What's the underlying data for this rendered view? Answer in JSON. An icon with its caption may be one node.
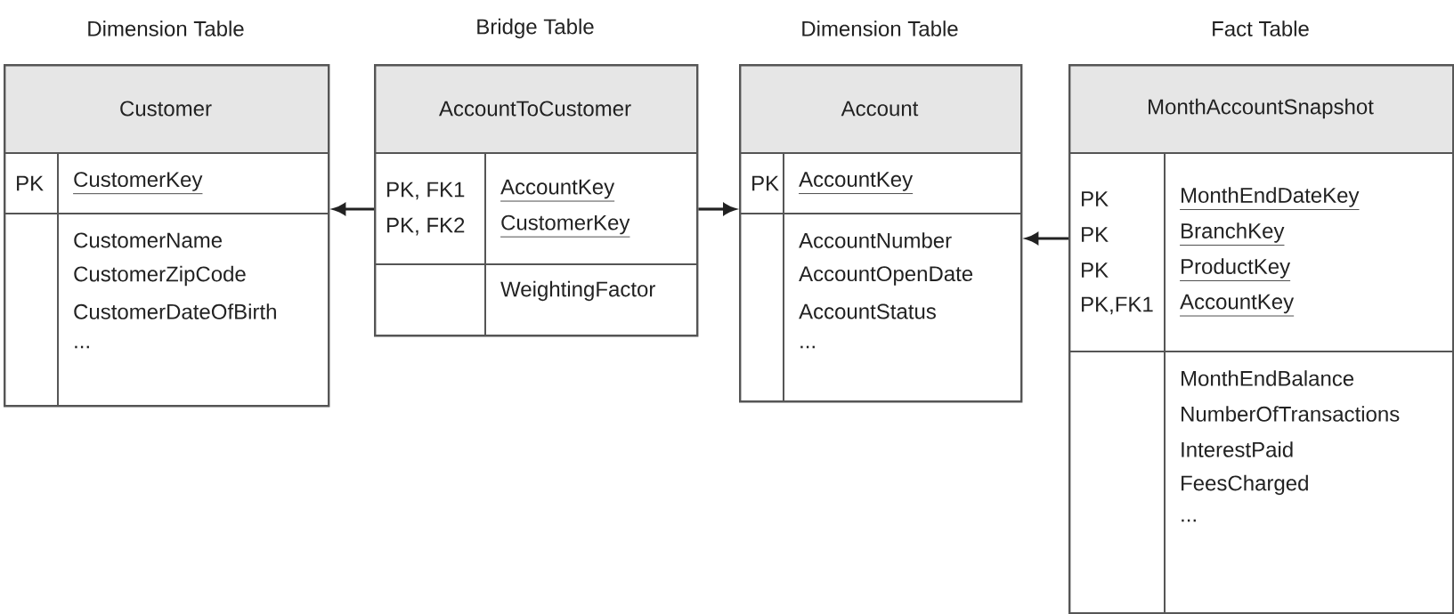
{
  "diagram": {
    "nodes": [
      {
        "text": [
          "Dimension Table",
          "Customer",
          "PK",
          "CustomerKey",
          "CustomerName",
          "CustomerZipCode",
          "CustomerDateOfBirth",
          "..."
        ]
      },
      {
        "text": [
          "Bridge Table",
          "AccountToCustomer",
          "PK, FK1",
          "AccountKey",
          "PK, FK2",
          "CustomerKey",
          "WeightingFactor"
        ]
      },
      {
        "text": [
          "Dimension Table",
          "Account",
          "PK",
          "AccountKey",
          "AccountNumber",
          "AccountOpenDate",
          "AccountStatus",
          "..."
        ]
      },
      {
        "text": [
          "Fact Table",
          "MonthAccountSnapshot",
          "PK",
          "MonthEndDateKey",
          "PK",
          "BranchKey",
          "PK",
          "ProductKey",
          "PK,FK1",
          "AccountKey",
          "MonthEndBalance",
          "NumberOfTransactions",
          "InterestPaid",
          "FeesCharged",
          "..."
        ]
      }
    ],
    "edges": [
      {
        "from": 1,
        "to": 0,
        "arrow": "to"
      },
      {
        "from": 1,
        "to": 2,
        "arrow": "to"
      },
      {
        "from": 3,
        "to": 2,
        "arrow": "to"
      }
    ]
  }
}
